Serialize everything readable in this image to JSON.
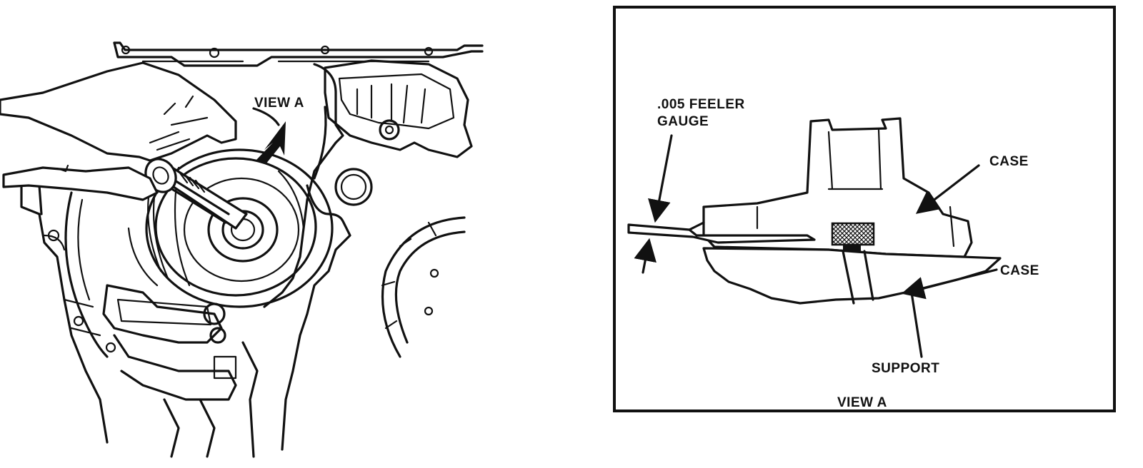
{
  "left_figure": {
    "callout": "VIEW A"
  },
  "view_a": {
    "feeler_gauge_line1": ".005 FEELER",
    "feeler_gauge_line2": "GAUGE",
    "case_upper": "CASE",
    "case_lower": "CASE",
    "support": "SUPPORT",
    "caption": "VIEW A"
  }
}
